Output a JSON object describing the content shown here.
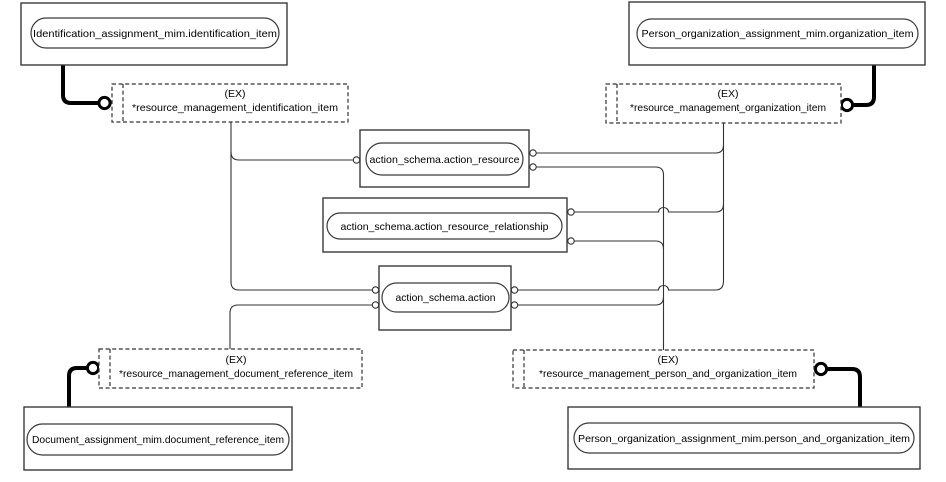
{
  "diagram": {
    "external_entities": [
      {
        "label": "Identification_assignment_mim.identification_item"
      },
      {
        "label": "Person_organization_assignment_mim.organization_item"
      },
      {
        "label": "Document_assignment_mim.document_reference_item"
      },
      {
        "label": "Person_organization_assignment_mim.person_and_organization_item"
      }
    ],
    "core_entities": [
      {
        "label": "action_schema.action_resource"
      },
      {
        "label": "action_schema.action_resource_relationship"
      },
      {
        "label": "action_schema.action"
      }
    ],
    "select_types": [
      {
        "tag": "(EX)",
        "label": "*resource_management_identification_item"
      },
      {
        "tag": "(EX)",
        "label": "*resource_management_organization_item"
      },
      {
        "tag": "(EX)",
        "label": "*resource_management_document_reference_item"
      },
      {
        "tag": "(EX)",
        "label": "*resource_management_person_and_organization_item"
      }
    ],
    "connections": [
      {
        "from": "*resource_management_identification_item",
        "to": [
          "action_schema.action_resource",
          "action_schema.action"
        ]
      },
      {
        "from": "*resource_management_organization_item",
        "to": [
          "action_schema.action_resource",
          "action_schema.action_resource_relationship",
          "action_schema.action"
        ]
      },
      {
        "from": "*resource_management_document_reference_item",
        "to": [
          "action_schema.action"
        ]
      },
      {
        "from": "*resource_management_person_and_organization_item",
        "to": [
          "action_schema.action_resource",
          "action_schema.action_resource_relationship",
          "action_schema.action"
        ]
      },
      {
        "from": "Identification_assignment_mim.identification_item",
        "to": [
          "*resource_management_identification_item"
        ]
      },
      {
        "from": "Person_organization_assignment_mim.organization_item",
        "to": [
          "*resource_management_organization_item"
        ]
      },
      {
        "from": "Document_assignment_mim.document_reference_item",
        "to": [
          "*resource_management_document_reference_item"
        ]
      },
      {
        "from": "Person_organization_assignment_mim.person_and_organization_item",
        "to": [
          "*resource_management_person_and_organization_item"
        ]
      }
    ],
    "colors": {
      "background": "#ffffff",
      "thick_line": "#000000",
      "thin_line": "#333333",
      "border": "#3a3a3a",
      "text": "#000000"
    }
  }
}
